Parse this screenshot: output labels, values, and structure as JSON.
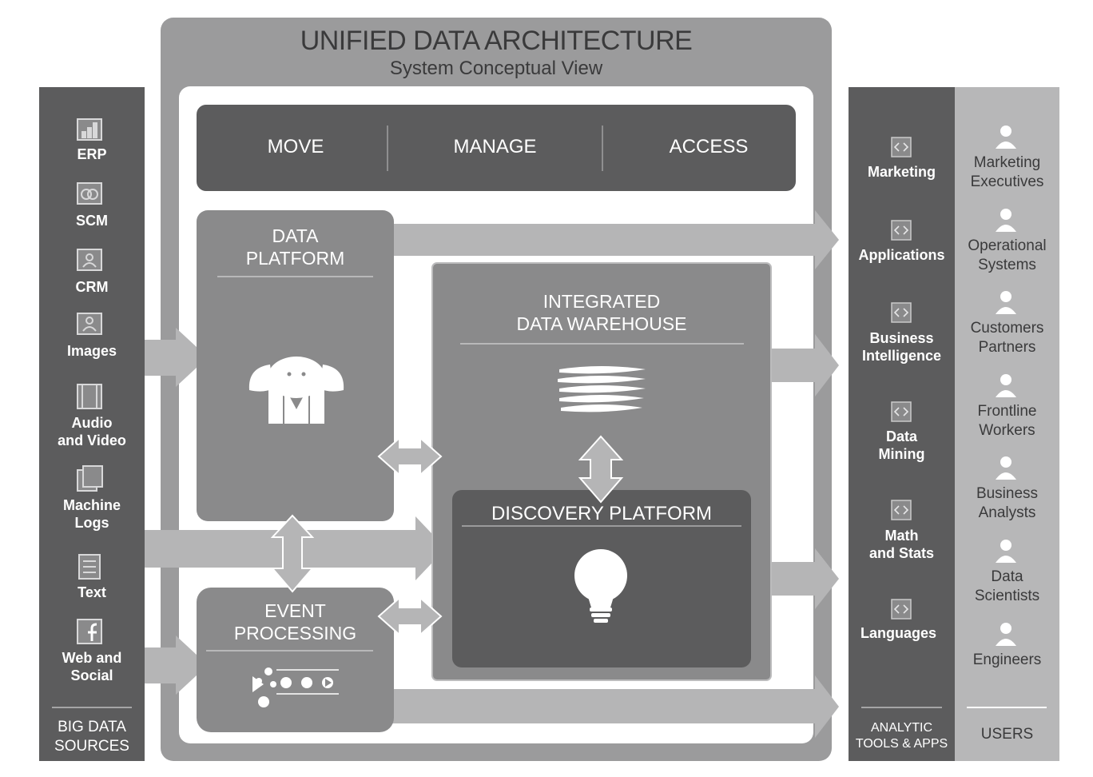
{
  "title": "UNIFIED DATA ARCHITECTURE",
  "subtitle": "System Conceptual View",
  "sources": {
    "items": [
      {
        "label": "ERP",
        "icon": "chart-icon"
      },
      {
        "label": "SCM",
        "icon": "rings-icon"
      },
      {
        "label": "CRM",
        "icon": "contact-icon"
      },
      {
        "label": "Images",
        "icon": "image-icon"
      },
      {
        "label": "Audio\nand Video",
        "icon": "film-icon"
      },
      {
        "label": "Machine\nLogs",
        "icon": "logs-icon"
      },
      {
        "label": "Text",
        "icon": "document-icon"
      },
      {
        "label": "Web and\nSocial",
        "icon": "facebook-icon"
      }
    ],
    "footer": "BIG DATA\nSOURCES"
  },
  "top_bar": {
    "move": "MOVE",
    "manage": "MANAGE",
    "access": "ACCESS"
  },
  "data_platform": {
    "title": "DATA\nPLATFORM",
    "icon": "elephant-icon"
  },
  "warehouse": {
    "title": "INTEGRATED\nDATA WAREHOUSE",
    "icon": "database-stack-icon"
  },
  "discovery": {
    "title": "DISCOVERY PLATFORM",
    "icon": "lightbulb-icon"
  },
  "event_processing": {
    "title": "EVENT\nPROCESSING",
    "icon": "stream-icon"
  },
  "tools": {
    "items": [
      {
        "label": "Marketing",
        "icon": "code-icon"
      },
      {
        "label": "Applications",
        "icon": "code-icon"
      },
      {
        "label": "Business\nIntelligence",
        "icon": "code-icon"
      },
      {
        "label": "Data\nMining",
        "icon": "code-icon"
      },
      {
        "label": "Math\nand Stats",
        "icon": "code-icon"
      },
      {
        "label": "Languages",
        "icon": "code-icon"
      }
    ],
    "footer": "ANALYTIC\nTOOLS & APPS"
  },
  "users": {
    "items": [
      {
        "label": "Marketing\nExecutives",
        "icon": "person-icon"
      },
      {
        "label": "Operational\nSystems",
        "icon": "person-icon"
      },
      {
        "label": "Customers\nPartners",
        "icon": "person-icon"
      },
      {
        "label": "Frontline\nWorkers",
        "icon": "person-icon"
      },
      {
        "label": "Business\nAnalysts",
        "icon": "person-icon"
      },
      {
        "label": "Data\nScientists",
        "icon": "person-icon"
      },
      {
        "label": "Engineers",
        "icon": "person-icon"
      }
    ],
    "footer": "USERS"
  },
  "colors": {
    "frame": "#9b9b9c",
    "dark_panel": "#5c5c5d",
    "mid_panel": "#8a8a8b",
    "arrow": "#b5b5b6",
    "users_column": "#b7b7b8"
  }
}
